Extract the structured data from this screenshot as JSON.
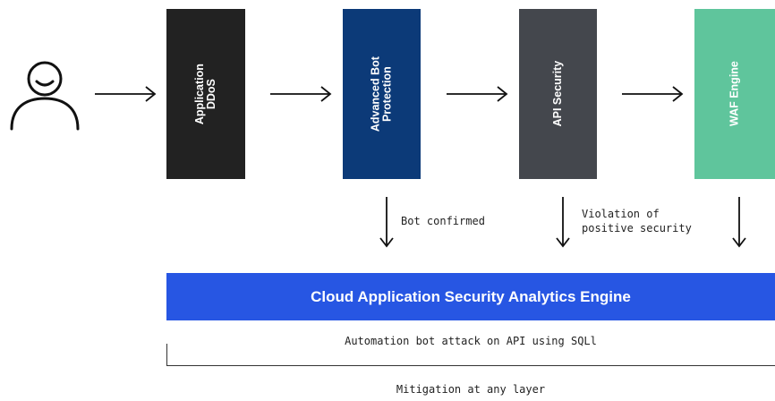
{
  "colors": {
    "ddos": "#222222",
    "bot": "#0c3a78",
    "api": "#44474d",
    "waf": "#5fc59c",
    "engine": "#2756e3",
    "line": "#111111"
  },
  "icons": {
    "user": "user-icon",
    "arrow": "arrow-icon"
  },
  "stages": [
    {
      "label": "Application DDoS"
    },
    {
      "label": "Advanced Bot\nProtection"
    },
    {
      "label": "API Security"
    },
    {
      "label": "WAF Engine"
    }
  ],
  "annotations": {
    "bot": "Bot confirmed",
    "api": "Violation of\npositive security"
  },
  "engine": {
    "title": "Cloud Application Security Analytics Engine"
  },
  "attack_text": "Automation bot attack on API using SQLl",
  "mitigation_text": "Mitigation at any layer"
}
